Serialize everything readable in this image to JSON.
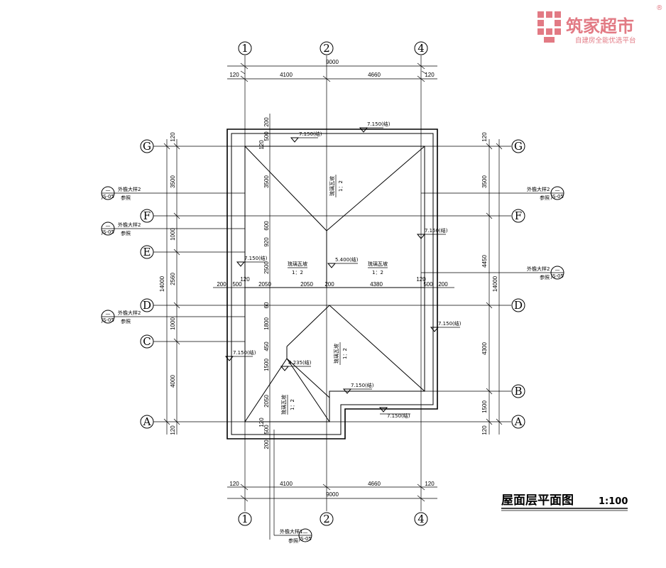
{
  "logo": {
    "brand_name": "筑家超市",
    "tagline": "自建房全能优选平台",
    "registered_mark": "®",
    "color": "#e27a84"
  },
  "title": {
    "name": "屋面层平面图",
    "scale": "1:100"
  },
  "axes": {
    "columns": [
      "1",
      "2",
      "4"
    ],
    "rows": [
      "G",
      "F",
      "E",
      "D",
      "C",
      "B",
      "A"
    ]
  },
  "dimensions": {
    "top_total": "9000",
    "top_segments": [
      "120",
      "4100",
      "4660",
      "120"
    ],
    "bottom_total": "9000",
    "bottom_segments": [
      "120",
      "4100",
      "4660",
      "120"
    ],
    "left_total": "14000",
    "left_segments": [
      "120",
      "3500",
      "1000",
      "2560",
      "1000",
      "4000",
      "120"
    ],
    "right_total": "14000",
    "right_segments": [
      "120",
      "3500",
      "4450",
      "4300",
      "1500",
      "120"
    ],
    "inner_vertical": [
      "200",
      "500",
      "120",
      "3500",
      "600",
      "920",
      "2500",
      "60",
      "1800",
      "450",
      "1500",
      "2050",
      "120",
      "500",
      "200"
    ],
    "mid_row": [
      "200",
      "500",
      "2050",
      "2050",
      "200",
      "4380",
      "500",
      "200"
    ],
    "mid_row_120": [
      "120",
      "120"
    ]
  },
  "elevations": {
    "top": "7.150(结)",
    "top_left": "7.150(结)",
    "right_upper": "7.150(结)",
    "left_mid": "7.150(结)",
    "center": "5.400(结)",
    "right_lower": "7.150(结)",
    "left_lower": "7.150(结)",
    "small_roof": "8.235(结)",
    "bottom_inner": "7.150(结)",
    "bottom_outer": "7.150(结)"
  },
  "slope_labels": {
    "upper": [
      "琉璃瓦坡",
      "1：2"
    ],
    "mid_left": [
      "琉璃瓦坡",
      "1：2"
    ],
    "mid_right": [
      "琉璃瓦坡",
      "1：2"
    ],
    "lower": [
      "琉璃瓦坡",
      "1：2"
    ],
    "small": [
      "琉璃瓦坡",
      "1：2"
    ]
  },
  "detail_refs": {
    "left_1": {
      "text": "外檐大样2",
      "sub": "参照",
      "num": "—",
      "sheet": "JS-05"
    },
    "left_2": {
      "text": "外檐大样2",
      "sub": "参照",
      "num": "—",
      "sheet": "JS-05"
    },
    "left_3": {
      "text": "外檐大样2",
      "sub": "参照",
      "num": "—",
      "sheet": "JS-05"
    },
    "right_1": {
      "text": "外檐大样2",
      "sub": "参照",
      "num": "—",
      "sheet": "JS-05"
    },
    "right_2": {
      "text": "外檐大样2",
      "sub": "参照",
      "num": "—",
      "sheet": "JS-05"
    },
    "bottom": {
      "text": "外檐大样1",
      "sub": "参照",
      "num": "—",
      "sheet": "JS-05"
    }
  }
}
